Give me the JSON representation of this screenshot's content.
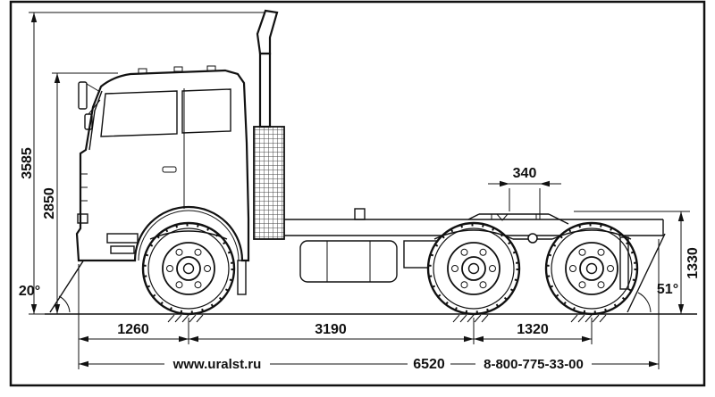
{
  "drawing": {
    "subject": "truck-tractor-side-view-dimensional-drawing",
    "dimensions": {
      "overall_height": "3585",
      "cab_height": "2850",
      "fifth_wheel_offset": "340",
      "fifth_wheel_height": "1330",
      "approach_angle": "20°",
      "departure_angle": "51°",
      "front_overhang_to_axle": "1260",
      "wheelbase": "3190",
      "bogie_spread": "1320",
      "overall_length": "6520"
    },
    "footer": {
      "website": "www.uralst.ru",
      "phone": "8-800-775-33-00"
    },
    "colors": {
      "line": "#111111",
      "background": "#ffffff"
    }
  }
}
